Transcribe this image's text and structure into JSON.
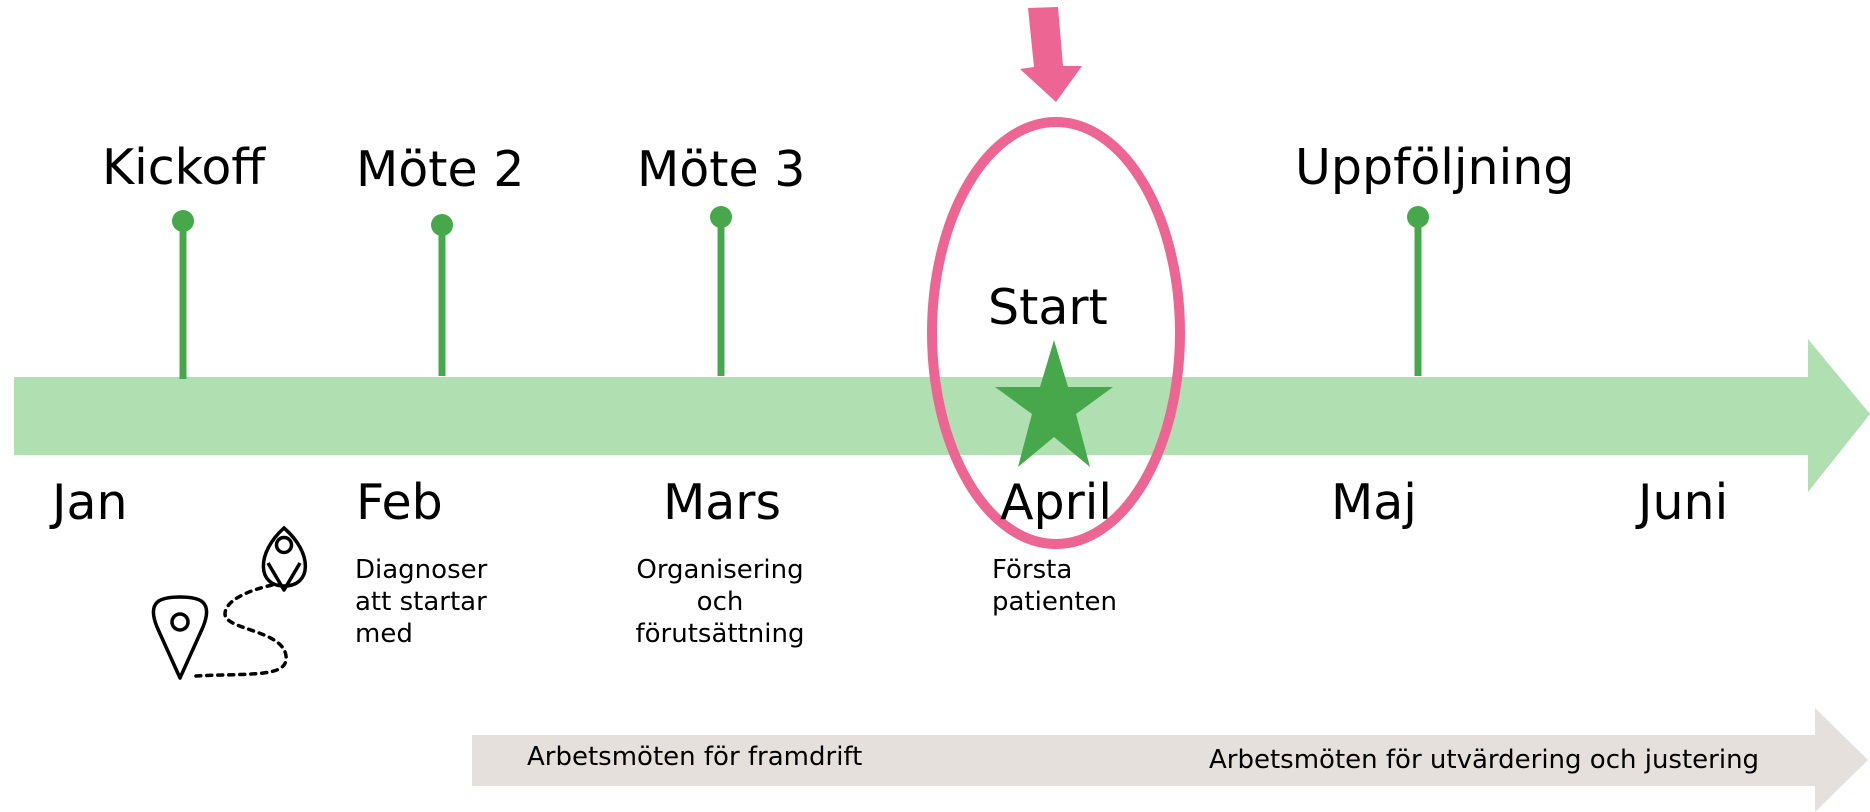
{
  "colors": {
    "timeline_band": "#b0dfb2",
    "milestone_green": "#46a84b",
    "highlight_pink": "#ec6593",
    "work_band": "#e6e0dc"
  },
  "milestones": {
    "kickoff": "Kickoff",
    "mote2": "Möte 2",
    "mote3": "Möte 3",
    "start": "Start",
    "uppfoljning": "Uppföljning"
  },
  "months": {
    "jan": "Jan",
    "feb": "Feb",
    "mars": "Mars",
    "april": "April",
    "maj": "Maj",
    "juni": "Juni"
  },
  "notes": {
    "feb": "Diagnoser\natt startar\nmed",
    "mars": "Organisering\noch\nförutsättning",
    "april": "Första\npatienten"
  },
  "work_band": {
    "left_label": "Arbetsmöten för framdrift",
    "right_label": "Arbetsmöten för utvärdering och justering"
  },
  "icons": {
    "route": "map-route-pins-icon",
    "start_marker": "star-icon",
    "highlight_arrow": "down-arrow-icon"
  }
}
